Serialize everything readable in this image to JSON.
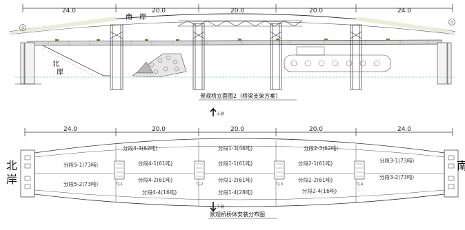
{
  "elevation": {
    "span_labels": [
      "24.0",
      "20.0",
      "20.0",
      "20.0",
      "24.0"
    ],
    "south_bank_label": "南　岸",
    "north_bank_label": "北\n岸",
    "marker_left": "①",
    "marker_right": "①",
    "title": "景观桥立面图2（桥梁支架方案）"
  },
  "plan": {
    "span_labels": [
      "24.0",
      "20.0",
      "20.0",
      "20.0",
      "24.0"
    ],
    "upstream_label": "上游",
    "downstream_label": "下游",
    "north_bank_label": "北\n岸",
    "south_bank_label": "南",
    "segments_top": [
      "分段4-3(62吨)",
      "分段1-3(46吨)",
      "分段2-3(62吨)"
    ],
    "segments_mid_upper": [
      "分段5-1(73吨)",
      "分段4-1(61吨)",
      "分段1-1(61吨)",
      "分段2-1(61吨)",
      "分段3-1(73吨)"
    ],
    "segments_mid_lower": [
      "分段5-2(73吨)",
      "分段4-2(61吨)",
      "分段1-2(61吨)",
      "分段2-2(61吨)",
      "分段3-2(73吨)"
    ],
    "segments_bottom": [
      "分段4-4(16吨)",
      "分段1-4(28吨)",
      "分段2-4(16吨)"
    ],
    "supports": [
      "TJ-1",
      "TJ-2",
      "TJ-3",
      "TJ-4"
    ],
    "title": "景观桥桥体安装分布图"
  },
  "colors": {
    "line": "#333333",
    "accent_green": "#5c8a3a",
    "cyan": "#3aa0b0",
    "concrete": "#bfbfbf"
  }
}
